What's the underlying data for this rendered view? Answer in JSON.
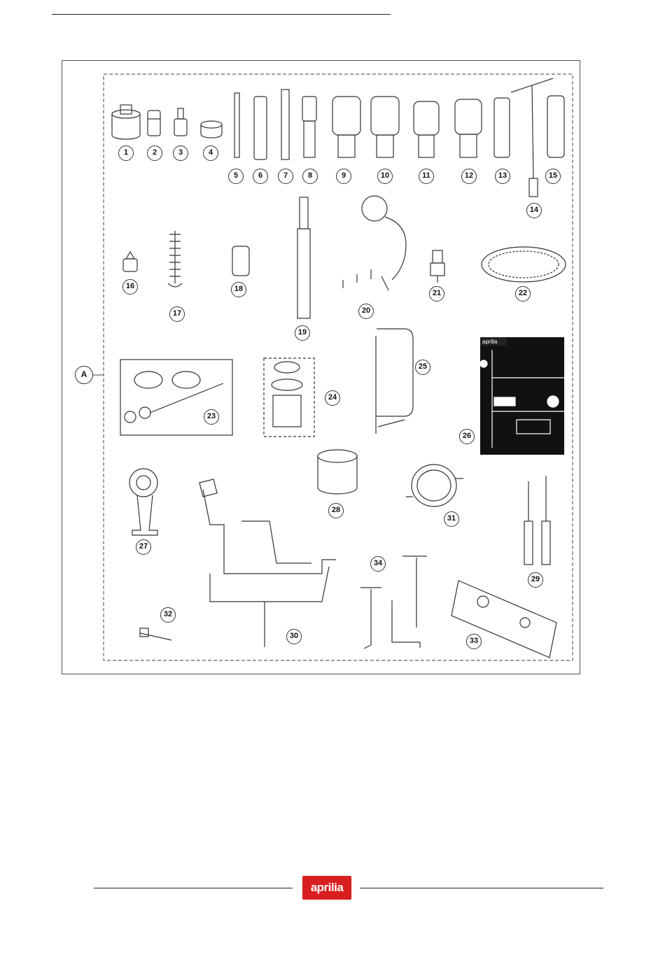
{
  "figure": {
    "group_label": "A",
    "tool_numbers": [
      "1",
      "2",
      "3",
      "4",
      "5",
      "6",
      "7",
      "8",
      "9",
      "10",
      "11",
      "12",
      "13",
      "14",
      "15",
      "16",
      "17",
      "18",
      "19",
      "20",
      "21",
      "22",
      "23",
      "24",
      "25",
      "26",
      "27",
      "28",
      "29",
      "30",
      "31",
      "32",
      "33",
      "34"
    ],
    "plate_brand": "aprilia"
  },
  "footer": {
    "logo_text": "aprilia"
  }
}
